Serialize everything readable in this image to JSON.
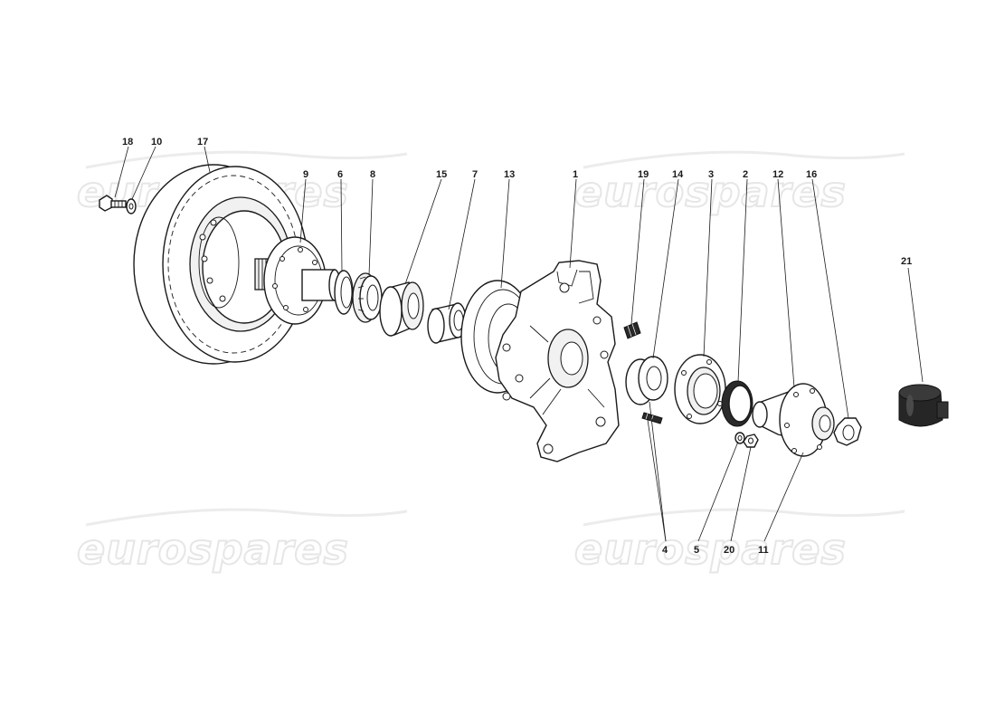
{
  "watermark": {
    "text": "eurospares"
  },
  "callouts": {
    "c1": "1",
    "c2": "2",
    "c3": "3",
    "c4": "4",
    "c5": "5",
    "c6": "6",
    "c7": "7",
    "c8": "8",
    "c9": "9",
    "c10": "10",
    "c11": "11",
    "c12": "12",
    "c13": "13",
    "c14": "14",
    "c15": "15",
    "c16": "16",
    "c17": "17",
    "c18": "18",
    "c19": "19",
    "c20": "20",
    "c21": "21"
  }
}
